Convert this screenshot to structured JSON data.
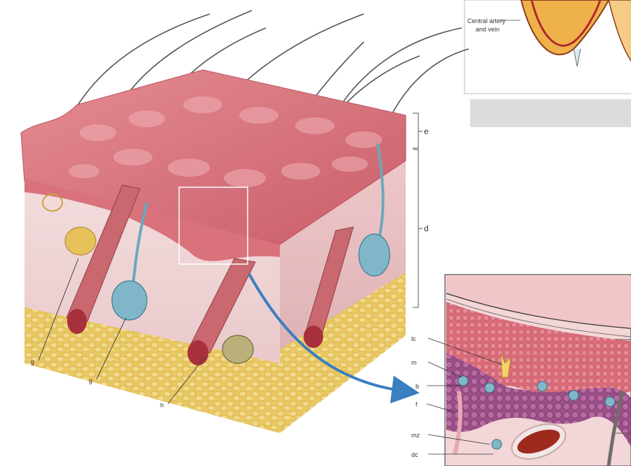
{
  "inset_top": {
    "label": "Central artery and vein",
    "label_line1": "Central artery",
    "label_line2": "and vein"
  },
  "main_labels": {
    "e": "e",
    "d": "d",
    "g_left": "g",
    "g_mid": "g",
    "h": "h"
  },
  "inset_bottom_labels": {
    "lc": "lc",
    "m": "m",
    "b": "b",
    "f": "f",
    "mz": "mz",
    "dc": "dc"
  },
  "colors": {
    "epidermis": "#d9727a",
    "dermis": "#f1d2d3",
    "fat": "#e6c76a",
    "gland": "#7fb7c9",
    "arrow": "#3a7fbf"
  }
}
